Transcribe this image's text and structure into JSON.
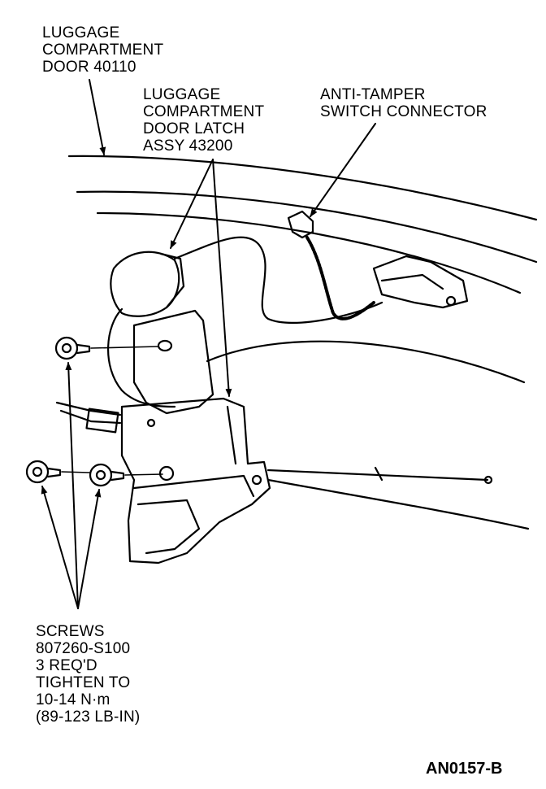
{
  "labels": {
    "door": [
      "LUGGAGE",
      "COMPARTMENT",
      "DOOR 40110"
    ],
    "latch": [
      "LUGGAGE",
      "COMPARTMENT",
      "DOOR LATCH",
      "ASSY 43200"
    ],
    "switch": [
      "ANTI-TAMPER",
      "SWITCH CONNECTOR"
    ],
    "screws": [
      "SCREWS",
      "807260-S100",
      "3 REQ'D",
      "TIGHTEN TO",
      "10-14 N·m",
      "(89-123 LB-IN)"
    ]
  },
  "figure_id": "AN0157-B"
}
